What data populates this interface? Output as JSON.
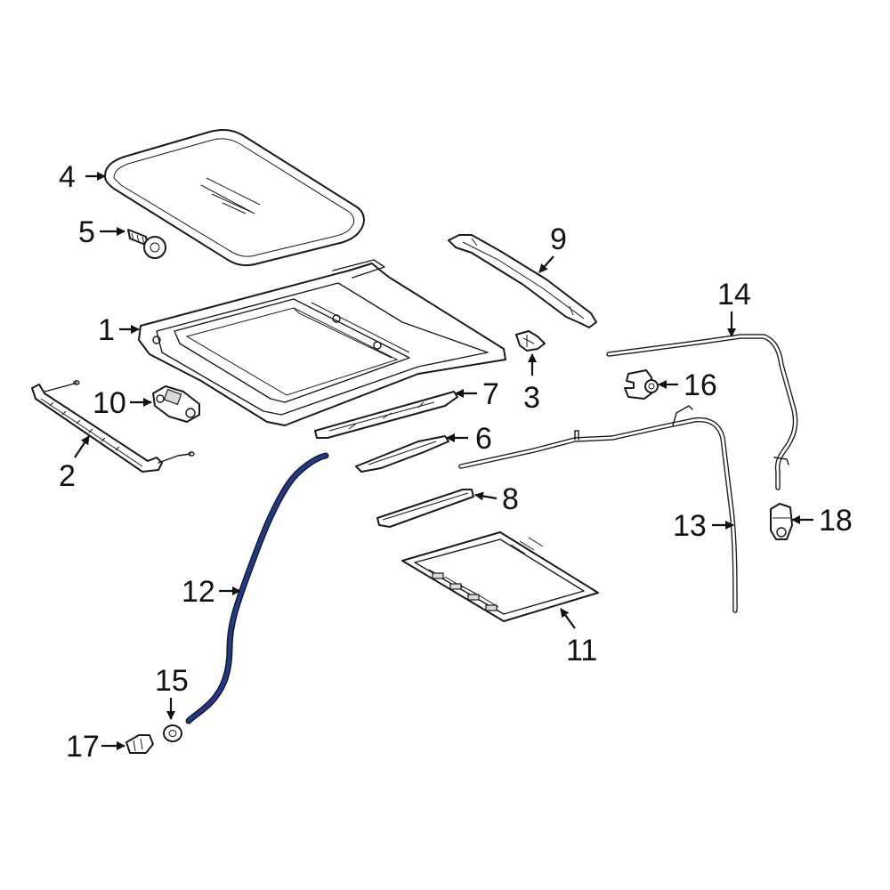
{
  "colors": {
    "line": "#1a1a1a",
    "highlight": "#1f3a93",
    "background": "#ffffff"
  },
  "callouts": {
    "c1": "1",
    "c2": "2",
    "c3": "3",
    "c4": "4",
    "c5": "5",
    "c6": "6",
    "c7": "7",
    "c8": "8",
    "c9": "9",
    "c10": "10",
    "c11": "11",
    "c12": "12",
    "c13": "13",
    "c14": "14",
    "c15": "15",
    "c16": "16",
    "c17": "17",
    "c18": "18"
  },
  "highlighted_part": "12"
}
